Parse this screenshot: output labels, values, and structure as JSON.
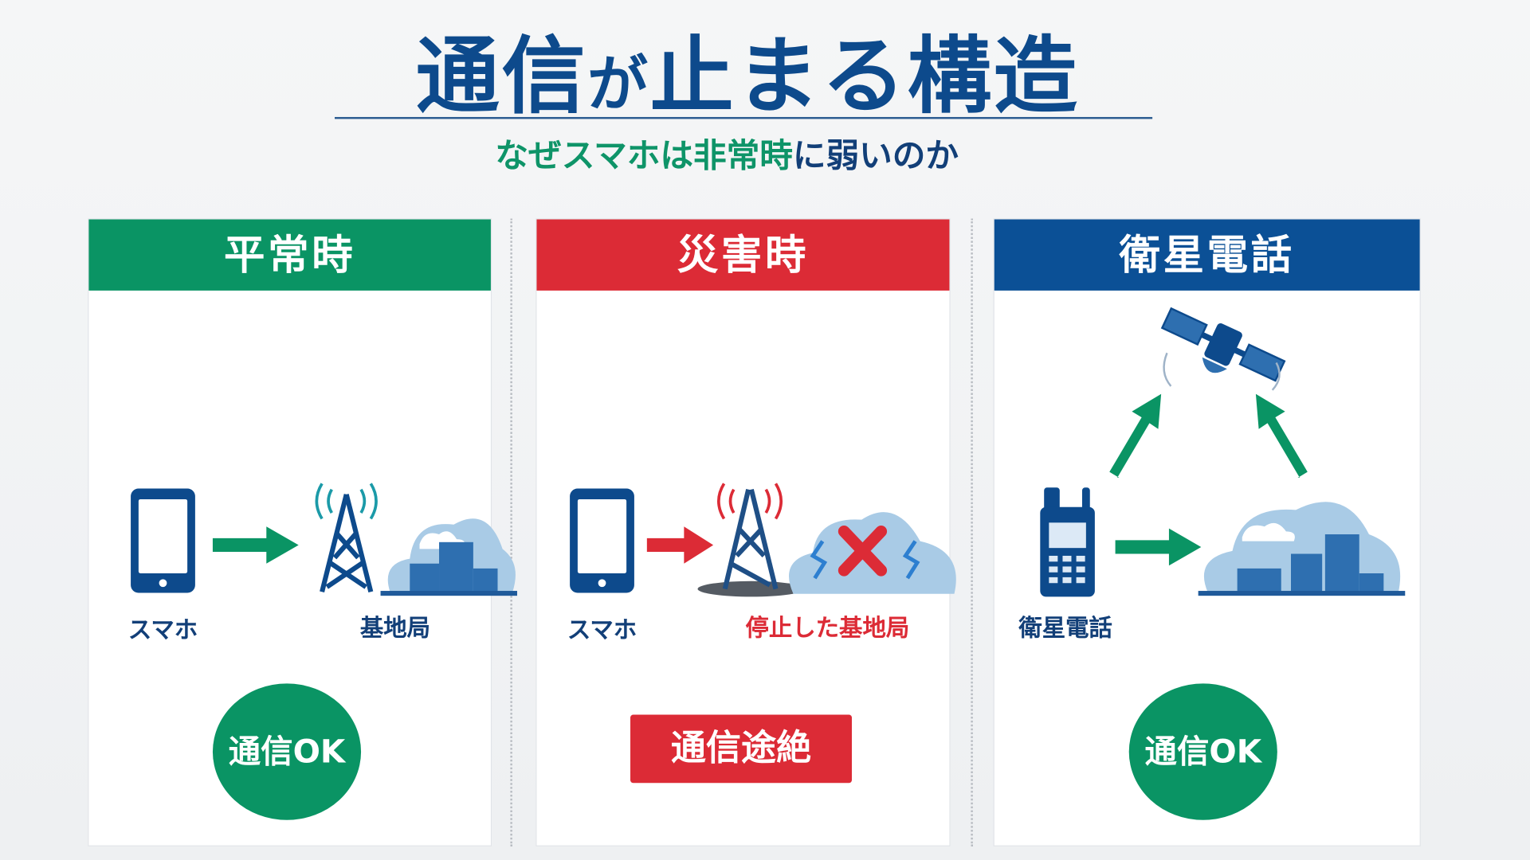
{
  "title": {
    "main_part1": "通信",
    "main_small": "が",
    "main_part2": "止まる構造"
  },
  "subtitle": {
    "highlight": "なぜスマホは非常時",
    "rest": "に弱いのか"
  },
  "panels": [
    {
      "header": "平常時",
      "left_label": "スマホ",
      "right_label": "基地局",
      "result": "通信OK",
      "color": "#0a9464"
    },
    {
      "header": "災害時",
      "left_label": "スマホ",
      "right_label": "停止した基地局",
      "result": "通信途絶",
      "color": "#dc2b36"
    },
    {
      "header": "衛星電話",
      "left_label": "衛星電話",
      "result": "通信OK",
      "color": "#0b5096"
    }
  ]
}
